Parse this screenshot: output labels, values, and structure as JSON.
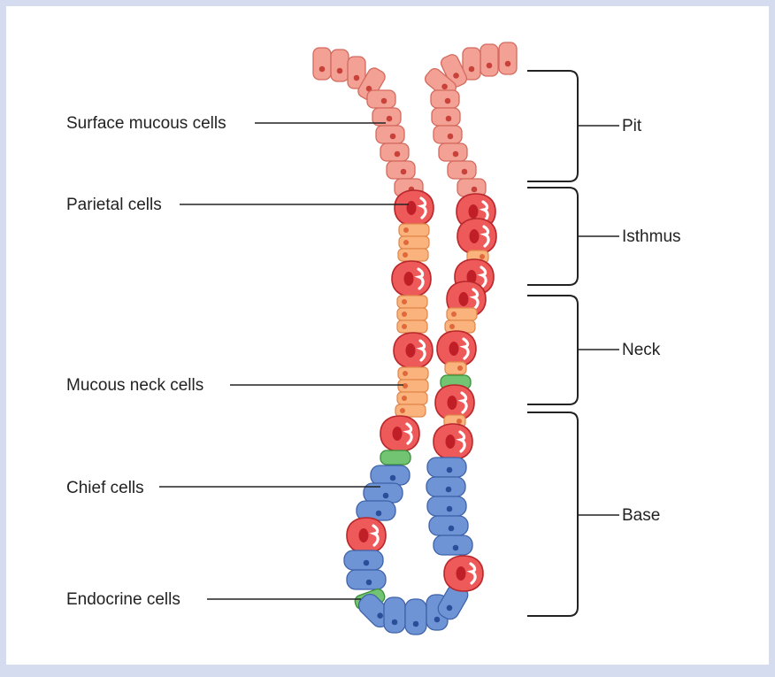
{
  "colors": {
    "background_border": "#d6dcf0",
    "surface_mucous": "#f3a095",
    "parietal": "#ee5a5a",
    "mucous_neck": "#fbb37e",
    "chief": "#6f94d6",
    "endocrine": "#72c472"
  },
  "labels": {
    "surface_mucous": "Surface mucous cells",
    "parietal": "Parietal cells",
    "mucous_neck": "Mucous neck cells",
    "chief": "Chief cells",
    "endocrine": "Endocrine cells"
  },
  "regions": {
    "pit": "Pit",
    "isthmus": "Isthmus",
    "neck": "Neck",
    "base": "Base"
  }
}
